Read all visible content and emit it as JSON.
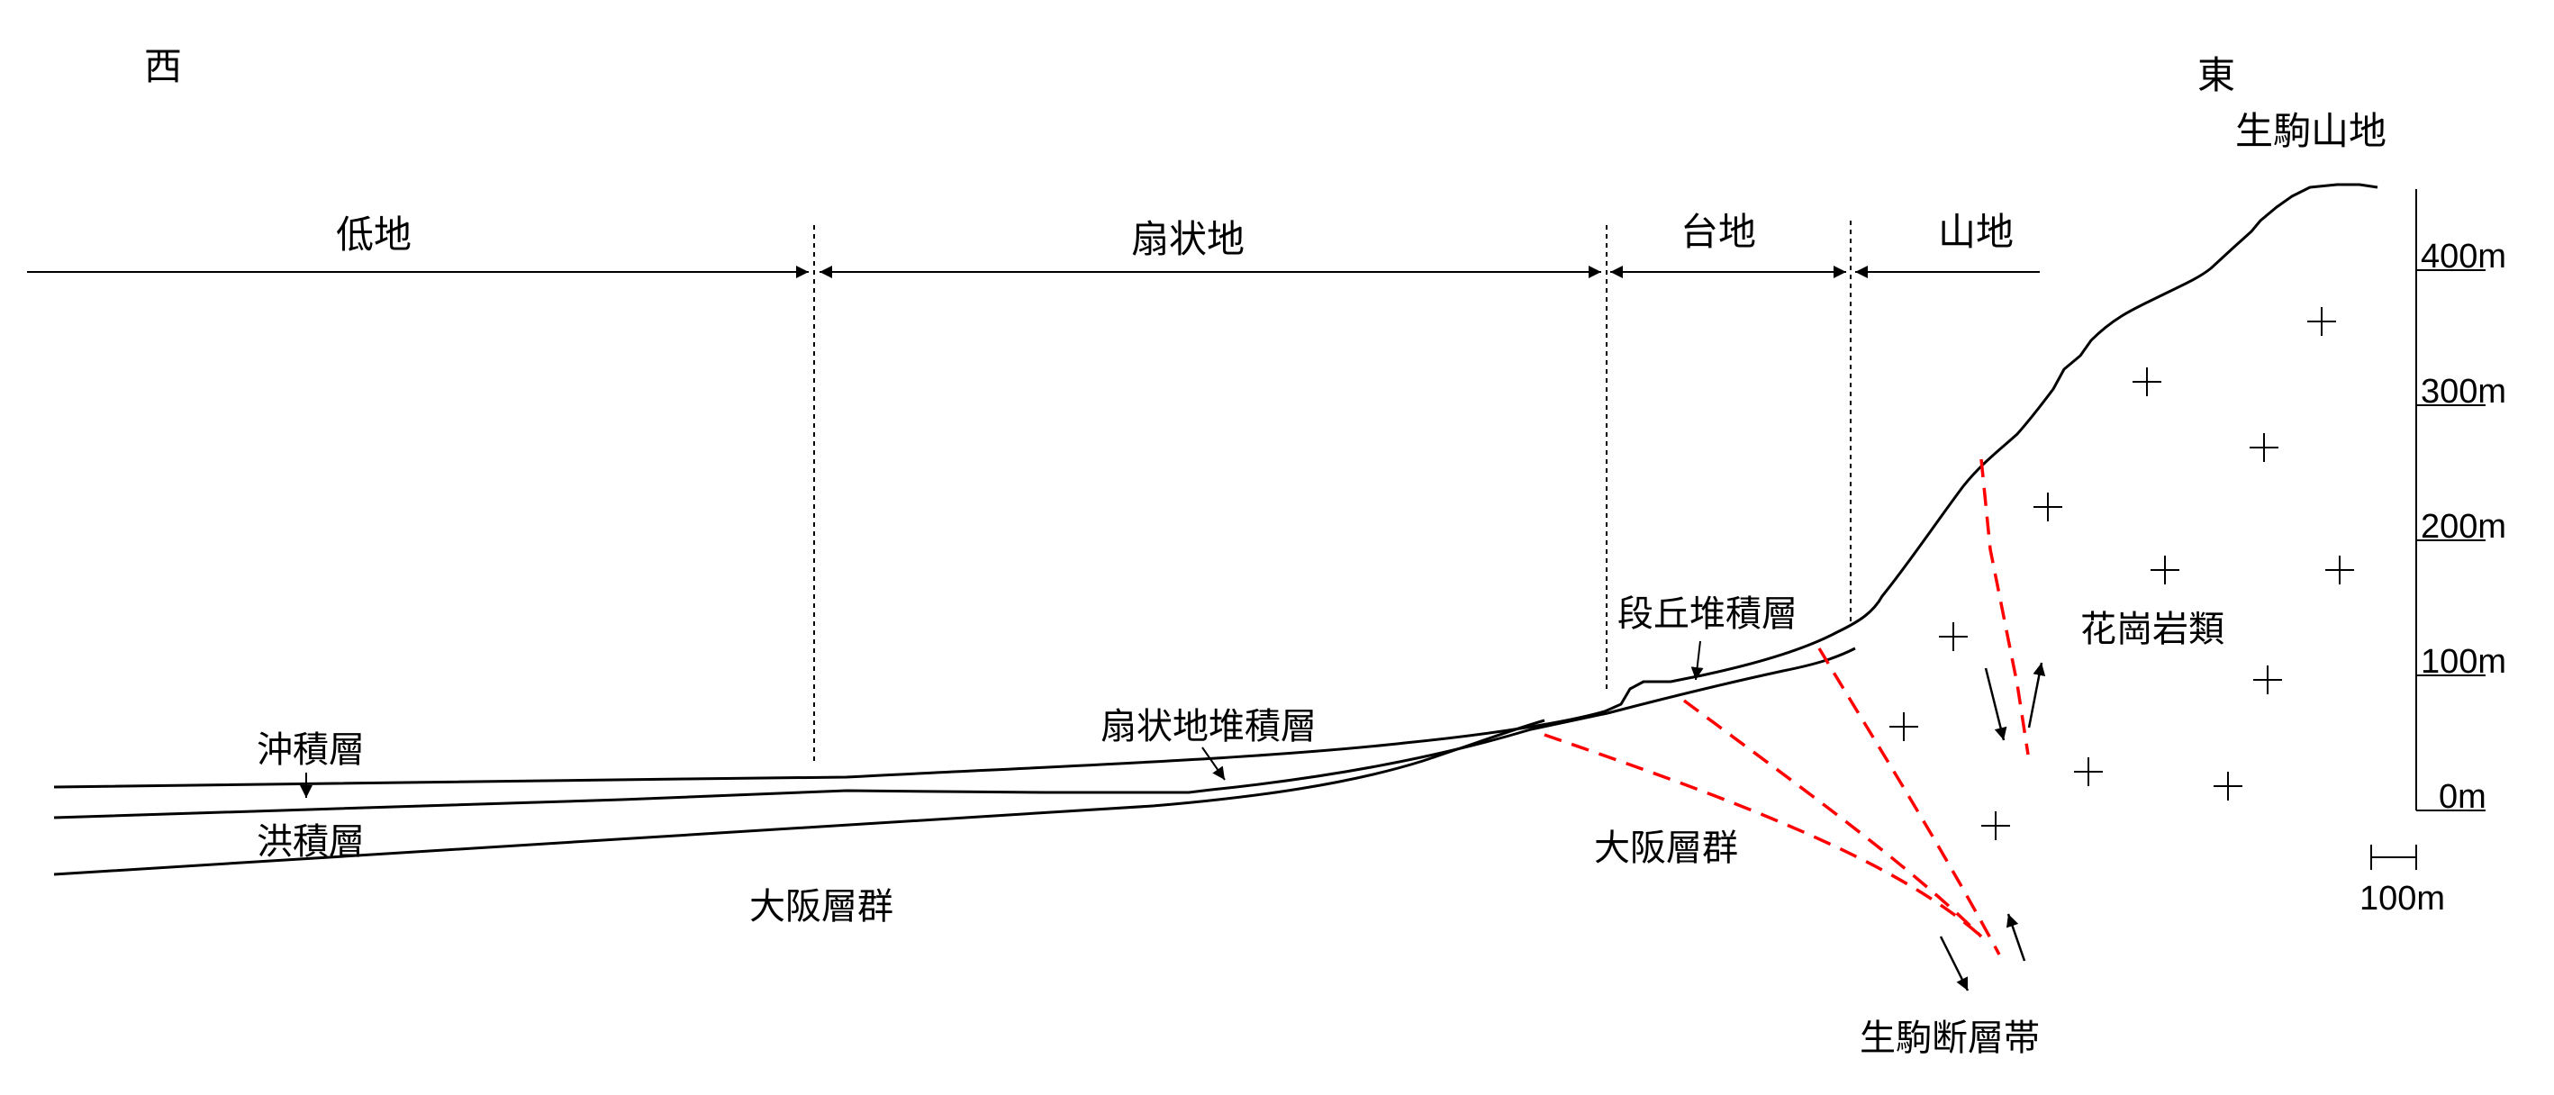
{
  "directions": {
    "west": "西",
    "east": "東"
  },
  "mountain_name": "生駒山地",
  "zones": [
    {
      "label": "低地"
    },
    {
      "label": "扇状地"
    },
    {
      "label": "台地"
    },
    {
      "label": "山地"
    }
  ],
  "layers": {
    "alluvium": "沖積層",
    "diluvium": "洪積層",
    "osaka_group_west": "大阪層群",
    "fan_deposit": "扇状地堆積層",
    "terrace_deposit": "段丘堆積層",
    "osaka_group_east": "大阪層群",
    "granite": "花崗岩類",
    "fault_zone": "生駒断層帯"
  },
  "elevation_scale": {
    "ticks": [
      "0m",
      "100m",
      "200m",
      "300m",
      "400m"
    ]
  },
  "horizontal_scale": "100m",
  "colors": {
    "line": "#000000",
    "fault": "#ff0000",
    "background": "#ffffff"
  }
}
